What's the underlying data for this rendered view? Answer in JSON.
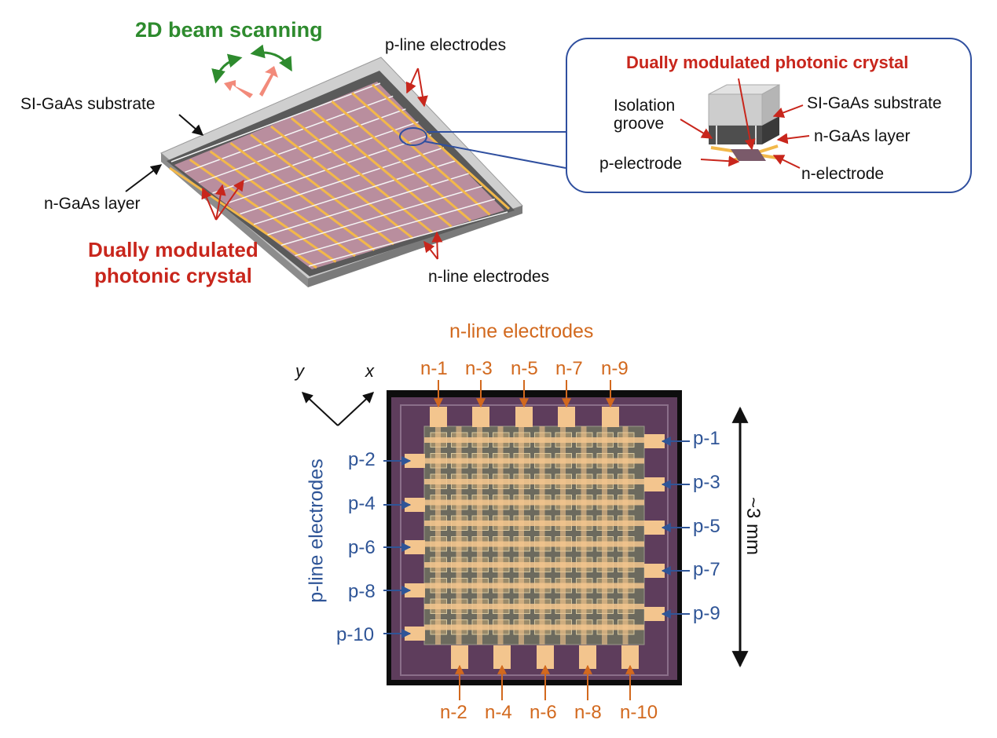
{
  "top": {
    "beam_title": "2D beam scanning",
    "p_line": "p-line electrodes",
    "substrate": "SI-GaAs substrate",
    "n_gaas": "n-GaAs layer",
    "dmpc_line1": "Dually modulated",
    "dmpc_line2": "photonic crystal",
    "n_line": "n-line electrodes"
  },
  "inset": {
    "title": "Dually modulated photonic crystal",
    "isolation_line1": "Isolation",
    "isolation_line2": "groove",
    "substrate": "SI-GaAs substrate",
    "n_gaas": "n-GaAs layer",
    "p_electrode": "p-electrode",
    "n_electrode": "n-electrode"
  },
  "bottom": {
    "n_title": "n-line electrodes",
    "p_title": "p-line electrodes",
    "axis_y": "y",
    "axis_x": "x",
    "scale": "~3 mm",
    "n_top": [
      "n-1",
      "n-3",
      "n-5",
      "n-7",
      "n-9"
    ],
    "n_bottom": [
      "n-2",
      "n-4",
      "n-6",
      "n-8",
      "n-10"
    ],
    "p_left": [
      "p-2",
      "p-4",
      "p-6",
      "p-8",
      "p-10"
    ],
    "p_right": [
      "p-1",
      "p-3",
      "p-5",
      "p-7",
      "p-9"
    ]
  },
  "colors": {
    "green": "#2e8b2e",
    "red": "#c8261c",
    "orange": "#d2691e",
    "blue": "#2f5597",
    "electrode": "#f2b84a",
    "chip": "#5e3d5c",
    "pad": "#f3c58e"
  }
}
